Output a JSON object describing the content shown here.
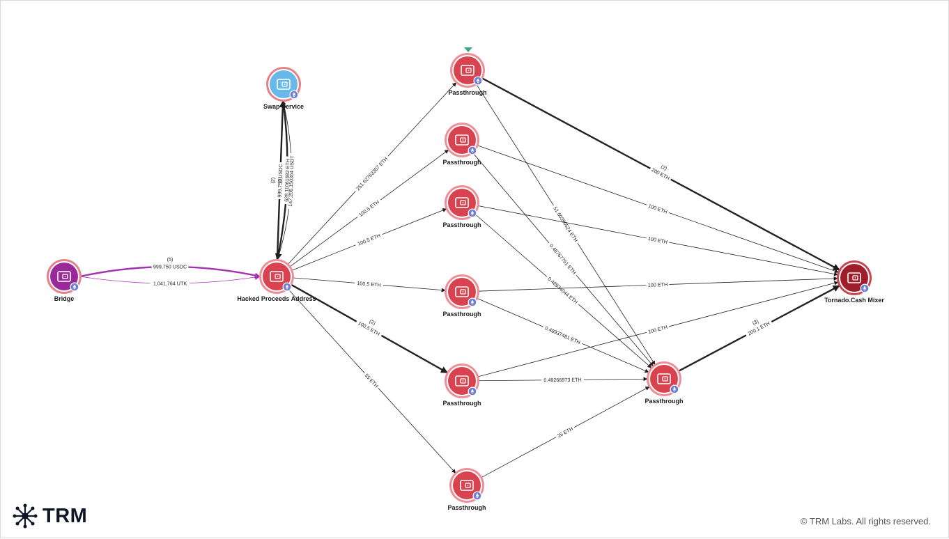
{
  "nodes": [
    {
      "id": "bridge",
      "label": "Bridge",
      "type": "bridge"
    },
    {
      "id": "hacked",
      "label": "Hacked Proceeds Address",
      "type": "passthrough"
    },
    {
      "id": "swap",
      "label": "Swap Service",
      "type": "swap"
    },
    {
      "id": "p1",
      "label": "Passthrough",
      "type": "passthrough"
    },
    {
      "id": "p2",
      "label": "Passthrough",
      "type": "passthrough"
    },
    {
      "id": "p3",
      "label": "Passthrough",
      "type": "passthrough"
    },
    {
      "id": "p4",
      "label": "Passthrough",
      "type": "passthrough"
    },
    {
      "id": "p5",
      "label": "Passthrough",
      "type": "passthrough"
    },
    {
      "id": "p6",
      "label": "Passthrough",
      "type": "passthrough"
    },
    {
      "id": "pt",
      "label": "Passthrough",
      "type": "passthrough"
    },
    {
      "id": "tornado",
      "label": "Tornado.Cash Mixer",
      "type": "mixer"
    }
  ],
  "edges": [
    {
      "from": "bridge",
      "to": "hacked",
      "count": "(5)",
      "amount": "999,750 USDC",
      "weight": "purple-bold"
    },
    {
      "from": "bridge",
      "to": "hacked",
      "count": "",
      "amount": "1,041,764 UTK",
      "weight": "purple-thin"
    },
    {
      "from": "hacked",
      "to": "swap",
      "count": "",
      "amount": "147,206.150364 USDT",
      "weight": "thin"
    },
    {
      "from": "hacked",
      "to": "swap",
      "count": "(2)",
      "amount": "999,750 USDC",
      "weight": "bold"
    },
    {
      "from": "swap",
      "to": "hacked",
      "count": "(3)",
      "amount": "628.11061682 ETH",
      "weight": "bold"
    },
    {
      "from": "hacked",
      "to": "p1",
      "count": "",
      "amount": "251.62763307 ETH",
      "weight": "thin"
    },
    {
      "from": "hacked",
      "to": "p2",
      "count": "",
      "amount": "100.5 ETH",
      "weight": "thin"
    },
    {
      "from": "hacked",
      "to": "p3",
      "count": "",
      "amount": "100.5 ETH",
      "weight": "thin"
    },
    {
      "from": "hacked",
      "to": "p4",
      "count": "",
      "amount": "100.5 ETH",
      "weight": "thin"
    },
    {
      "from": "hacked",
      "to": "p5",
      "count": "(2)",
      "amount": "100.5 ETH",
      "weight": "bold"
    },
    {
      "from": "hacked",
      "to": "p6",
      "count": "",
      "amount": "55 ETH",
      "weight": "thin"
    },
    {
      "from": "p1",
      "to": "tornado",
      "count": "(2)",
      "amount": "200 ETH",
      "weight": "bold"
    },
    {
      "from": "p1",
      "to": "pt",
      "count": "",
      "amount": "51.60390524 ETH",
      "weight": "thin"
    },
    {
      "from": "p2",
      "to": "tornado",
      "count": "",
      "amount": "100 ETH",
      "weight": "thin"
    },
    {
      "from": "p2",
      "to": "pt",
      "count": "",
      "amount": "0.48767751 ETH",
      "weight": "thin"
    },
    {
      "from": "p3",
      "to": "tornado",
      "count": "",
      "amount": "100 ETH",
      "weight": "thin"
    },
    {
      "from": "p3",
      "to": "pt",
      "count": "",
      "amount": "0.48934044 ETH",
      "weight": "thin"
    },
    {
      "from": "p4",
      "to": "tornado",
      "count": "",
      "amount": "100 ETH",
      "weight": "thin"
    },
    {
      "from": "p4",
      "to": "pt",
      "count": "",
      "amount": "0.48937481 ETH",
      "weight": "thin"
    },
    {
      "from": "p5",
      "to": "tornado",
      "count": "",
      "amount": "100 ETH",
      "weight": "thin"
    },
    {
      "from": "p5",
      "to": "pt",
      "count": "",
      "amount": "0.49266973 ETH",
      "weight": "thin"
    },
    {
      "from": "p6",
      "to": "pt",
      "count": "",
      "amount": "25 ETH",
      "weight": "thin"
    },
    {
      "from": "pt",
      "to": "tornado",
      "count": "(3)",
      "amount": "200.1 ETH",
      "weight": "bold"
    }
  ],
  "footer": {
    "logo_text": "TRM",
    "copyright": "© TRM Labs. All rights reserved."
  },
  "colors": {
    "passthrough": "#d9434f",
    "passthrough_ring": "#ee8e96",
    "swap": "#69b8ea",
    "swap_ring": "#e8808a",
    "bridge": "#9a2a9a",
    "bridge_ring": "#e8808a",
    "mixer": "#9e1f2b",
    "mixer_ring": "#c9464f",
    "eth_badge": "#6f7fd8",
    "edge": "#222222",
    "edge_purple": "#a233b0",
    "marker": "#3aa986"
  }
}
